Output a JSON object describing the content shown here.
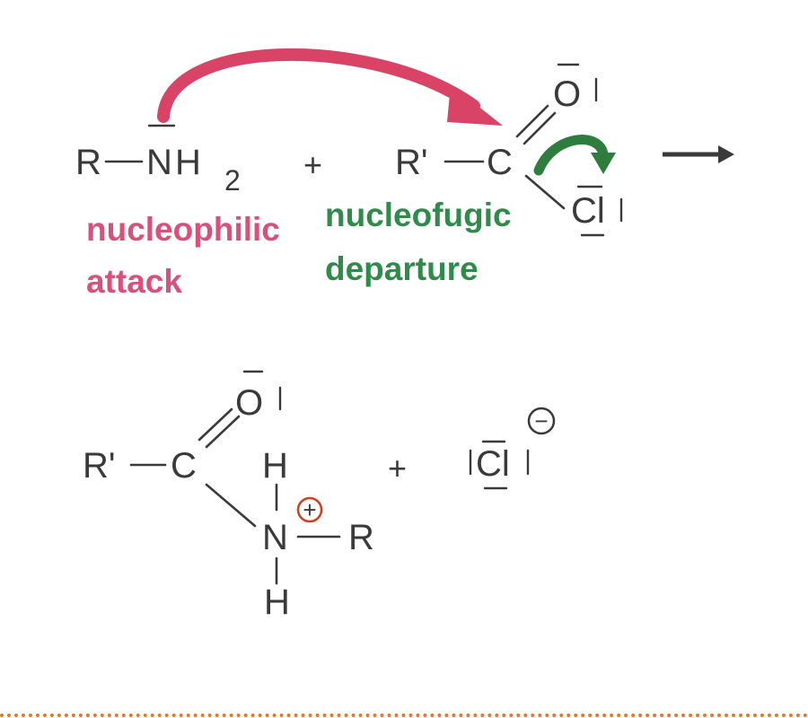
{
  "reactants": {
    "amine": {
      "r": "R",
      "n": "N",
      "h": "H",
      "sub": "2"
    },
    "plus": "+",
    "acyl_chloride": {
      "r": "R'",
      "c": "C",
      "o": "O",
      "cl": "Cl"
    }
  },
  "reaction_arrow": "reaction-arrow",
  "labels": {
    "nucleophilic_line1": "nucleophilic",
    "nucleophilic_line2": "attack",
    "nucleofugic_line1": "nucleofugic",
    "nucleofugic_line2": "departure"
  },
  "products": {
    "intermediate": {
      "r_prime": "R'",
      "c": "C",
      "o": "O",
      "n": "N",
      "h_top": "H",
      "h_bottom": "H",
      "r": "R",
      "charge": "+"
    },
    "plus": "+",
    "chloride": {
      "cl": "Cl",
      "charge": "−"
    }
  },
  "colors": {
    "attack_arrow": "#d94466",
    "departure_arrow": "#2e7d3e",
    "charge_circle": "#d04020",
    "separator": "#e07a2a"
  }
}
